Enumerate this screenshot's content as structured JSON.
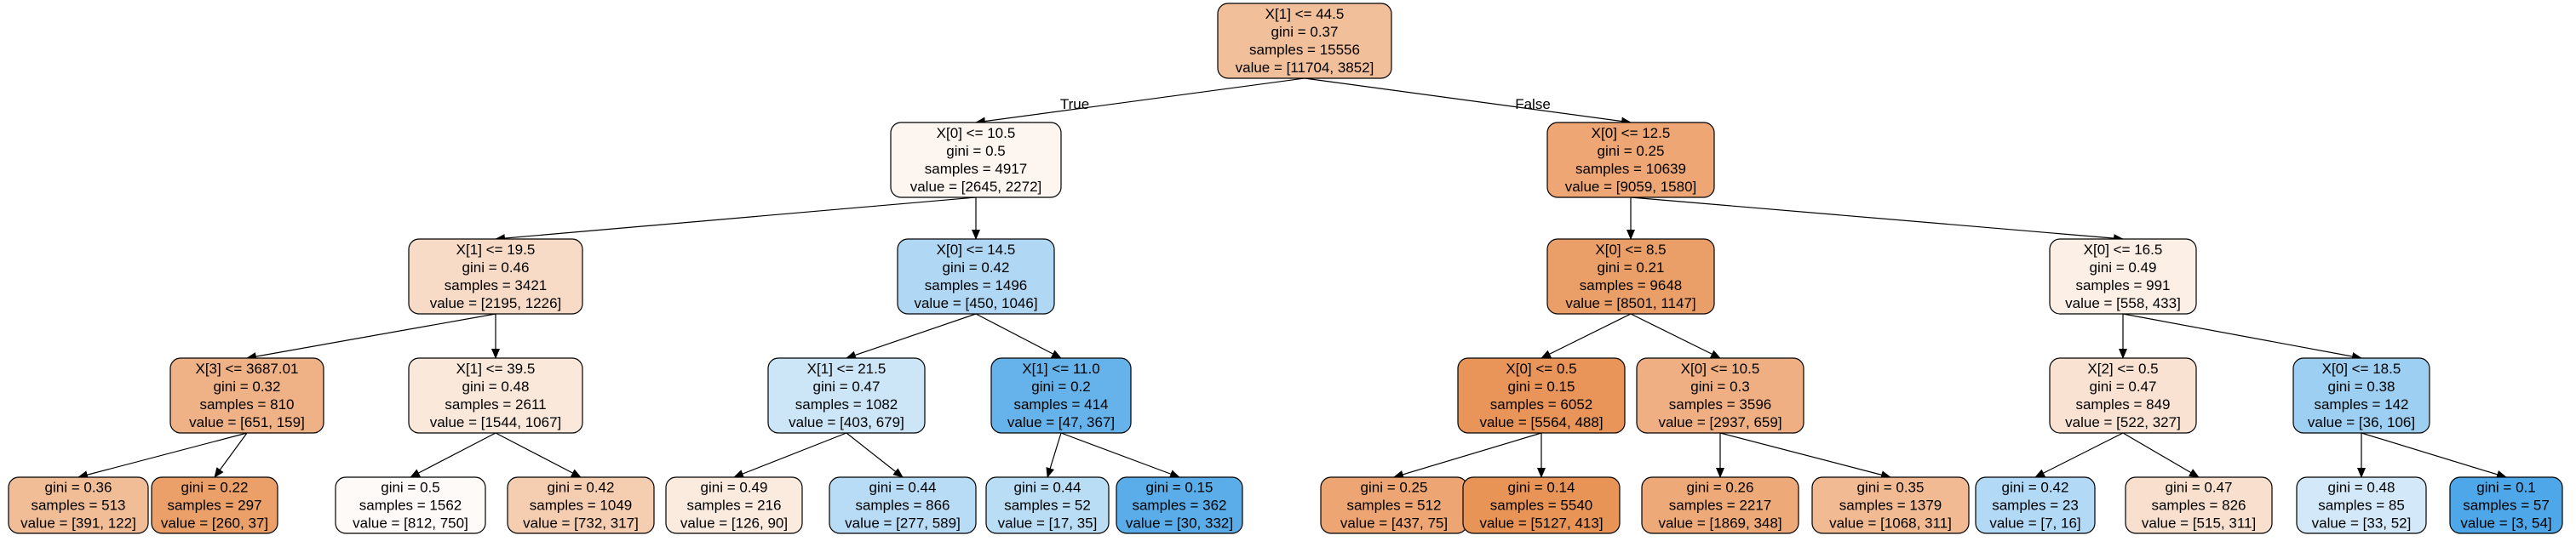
{
  "tree": {
    "colors": {
      "class0": "#e58139",
      "class1": "#399de5"
    },
    "edge_labels": [
      {
        "from": "n0",
        "to": "n1",
        "text": "True"
      },
      {
        "from": "n0",
        "to": "n16",
        "text": "False"
      }
    ],
    "edges": [
      [
        "n0",
        "n1"
      ],
      [
        "n0",
        "n16"
      ],
      [
        "n1",
        "n2"
      ],
      [
        "n1",
        "n9"
      ],
      [
        "n2",
        "n3"
      ],
      [
        "n2",
        "n6"
      ],
      [
        "n3",
        "n4"
      ],
      [
        "n3",
        "n5"
      ],
      [
        "n6",
        "n7"
      ],
      [
        "n6",
        "n8"
      ],
      [
        "n9",
        "n10"
      ],
      [
        "n9",
        "n13"
      ],
      [
        "n10",
        "n11"
      ],
      [
        "n10",
        "n12"
      ],
      [
        "n13",
        "n14"
      ],
      [
        "n13",
        "n15"
      ],
      [
        "n16",
        "n17"
      ],
      [
        "n16",
        "n24"
      ],
      [
        "n17",
        "n18"
      ],
      [
        "n17",
        "n21"
      ],
      [
        "n18",
        "n19"
      ],
      [
        "n18",
        "n20"
      ],
      [
        "n21",
        "n22"
      ],
      [
        "n21",
        "n23"
      ],
      [
        "n24",
        "n25"
      ],
      [
        "n24",
        "n28"
      ],
      [
        "n25",
        "n26"
      ],
      [
        "n25",
        "n27"
      ],
      [
        "n28",
        "n29"
      ],
      [
        "n28",
        "n30"
      ]
    ],
    "nodes": [
      {
        "id": "n0",
        "lines": [
          "X[1] <= 44.5",
          "gini = 0.37",
          "samples = 15556",
          "value = [11704, 3852]"
        ],
        "value": [
          11704,
          3852
        ]
      },
      {
        "id": "n1",
        "lines": [
          "X[0] <= 10.5",
          "gini = 0.5",
          "samples = 4917",
          "value = [2645, 2272]"
        ],
        "value": [
          2645,
          2272
        ]
      },
      {
        "id": "n2",
        "lines": [
          "X[1] <= 19.5",
          "gini = 0.46",
          "samples = 3421",
          "value = [2195, 1226]"
        ],
        "value": [
          2195,
          1226
        ]
      },
      {
        "id": "n3",
        "lines": [
          "X[3] <= 3687.01",
          "gini = 0.32",
          "samples = 810",
          "value = [651, 159]"
        ],
        "value": [
          651,
          159
        ]
      },
      {
        "id": "n4",
        "lines": [
          "gini = 0.36",
          "samples = 513",
          "value = [391, 122]"
        ],
        "value": [
          391,
          122
        ]
      },
      {
        "id": "n5",
        "lines": [
          "gini = 0.22",
          "samples = 297",
          "value = [260, 37]"
        ],
        "value": [
          260,
          37
        ]
      },
      {
        "id": "n6",
        "lines": [
          "X[1] <= 39.5",
          "gini = 0.48",
          "samples = 2611",
          "value = [1544, 1067]"
        ],
        "value": [
          1544,
          1067
        ]
      },
      {
        "id": "n7",
        "lines": [
          "gini = 0.5",
          "samples = 1562",
          "value = [812, 750]"
        ],
        "value": [
          812,
          750
        ]
      },
      {
        "id": "n8",
        "lines": [
          "gini = 0.42",
          "samples = 1049",
          "value = [732, 317]"
        ],
        "value": [
          732,
          317
        ]
      },
      {
        "id": "n9",
        "lines": [
          "X[0] <= 14.5",
          "gini = 0.42",
          "samples = 1496",
          "value = [450, 1046]"
        ],
        "value": [
          450,
          1046
        ]
      },
      {
        "id": "n10",
        "lines": [
          "X[1] <= 21.5",
          "gini = 0.47",
          "samples = 1082",
          "value = [403, 679]"
        ],
        "value": [
          403,
          679
        ]
      },
      {
        "id": "n11",
        "lines": [
          "gini = 0.49",
          "samples = 216",
          "value = [126, 90]"
        ],
        "value": [
          126,
          90
        ]
      },
      {
        "id": "n12",
        "lines": [
          "gini = 0.44",
          "samples = 866",
          "value = [277, 589]"
        ],
        "value": [
          277,
          589
        ]
      },
      {
        "id": "n13",
        "lines": [
          "X[1] <= 11.0",
          "gini = 0.2",
          "samples = 414",
          "value = [47, 367]"
        ],
        "value": [
          47,
          367
        ]
      },
      {
        "id": "n14",
        "lines": [
          "gini = 0.44",
          "samples = 52",
          "value = [17, 35]"
        ],
        "value": [
          17,
          35
        ]
      },
      {
        "id": "n15",
        "lines": [
          "gini = 0.15",
          "samples = 362",
          "value = [30, 332]"
        ],
        "value": [
          30,
          332
        ]
      },
      {
        "id": "n16",
        "lines": [
          "X[0] <= 12.5",
          "gini = 0.25",
          "samples = 10639",
          "value = [9059, 1580]"
        ],
        "value": [
          9059,
          1580
        ]
      },
      {
        "id": "n17",
        "lines": [
          "X[0] <= 8.5",
          "gini = 0.21",
          "samples = 9648",
          "value = [8501, 1147]"
        ],
        "value": [
          8501,
          1147
        ]
      },
      {
        "id": "n18",
        "lines": [
          "X[0] <= 0.5",
          "gini = 0.15",
          "samples = 6052",
          "value = [5564, 488]"
        ],
        "value": [
          5564,
          488
        ]
      },
      {
        "id": "n19",
        "lines": [
          "gini = 0.25",
          "samples = 512",
          "value = [437, 75]"
        ],
        "value": [
          437,
          75
        ]
      },
      {
        "id": "n20",
        "lines": [
          "gini = 0.14",
          "samples = 5540",
          "value = [5127, 413]"
        ],
        "value": [
          5127,
          413
        ]
      },
      {
        "id": "n21",
        "lines": [
          "X[0] <= 10.5",
          "gini = 0.3",
          "samples = 3596",
          "value = [2937, 659]"
        ],
        "value": [
          2937,
          659
        ]
      },
      {
        "id": "n22",
        "lines": [
          "gini = 0.26",
          "samples = 2217",
          "value = [1869, 348]"
        ],
        "value": [
          1869,
          348
        ]
      },
      {
        "id": "n23",
        "lines": [
          "gini = 0.35",
          "samples = 1379",
          "value = [1068, 311]"
        ],
        "value": [
          1068,
          311
        ]
      },
      {
        "id": "n24",
        "lines": [
          "X[0] <= 16.5",
          "gini = 0.49",
          "samples = 991",
          "value = [558, 433]"
        ],
        "value": [
          558,
          433
        ]
      },
      {
        "id": "n25",
        "lines": [
          "X[2] <= 0.5",
          "gini = 0.47",
          "samples = 849",
          "value = [522, 327]"
        ],
        "value": [
          522,
          327
        ]
      },
      {
        "id": "n26",
        "lines": [
          "gini = 0.42",
          "samples = 23",
          "value = [7, 16]"
        ],
        "value": [
          7,
          16
        ]
      },
      {
        "id": "n27",
        "lines": [
          "gini = 0.47",
          "samples = 826",
          "value = [515, 311]"
        ],
        "value": [
          515,
          311
        ]
      },
      {
        "id": "n28",
        "lines": [
          "X[0] <= 18.5",
          "gini = 0.38",
          "samples = 142",
          "value = [36, 106]"
        ],
        "value": [
          36,
          106
        ]
      },
      {
        "id": "n29",
        "lines": [
          "gini = 0.48",
          "samples = 85",
          "value = [33, 52]"
        ],
        "value": [
          33,
          52
        ]
      },
      {
        "id": "n30",
        "lines": [
          "gini = 0.1",
          "samples = 57",
          "value = [3, 54]"
        ],
        "value": [
          3,
          54
        ]
      }
    ]
  }
}
